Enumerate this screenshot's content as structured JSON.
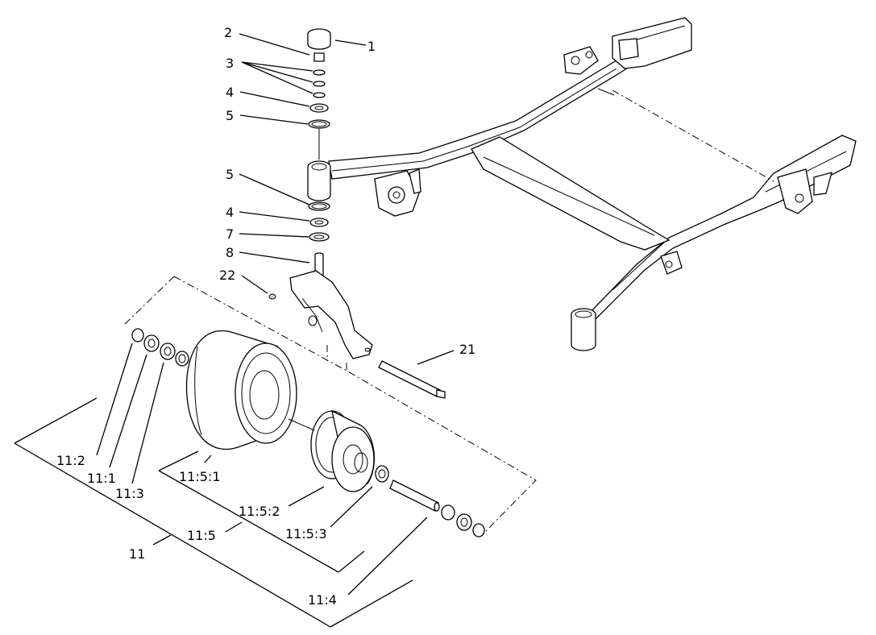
{
  "diagram": {
    "callouts": {
      "c1": "1",
      "c2": "2",
      "c3": "3",
      "c4a": "4",
      "c5a": "5",
      "c5b": "5",
      "c4b": "4",
      "c7": "7",
      "c8": "8",
      "c22": "22",
      "c21": "21",
      "c11_2": "11:2",
      "c11_1": "11:1",
      "c11_3": "11:3",
      "c11_5_1": "11:5:1",
      "c11_5_2": "11:5:2",
      "c11_5_3": "11:5:3",
      "c11_5": "11:5",
      "c11": "11",
      "c11_4": "11:4"
    }
  }
}
